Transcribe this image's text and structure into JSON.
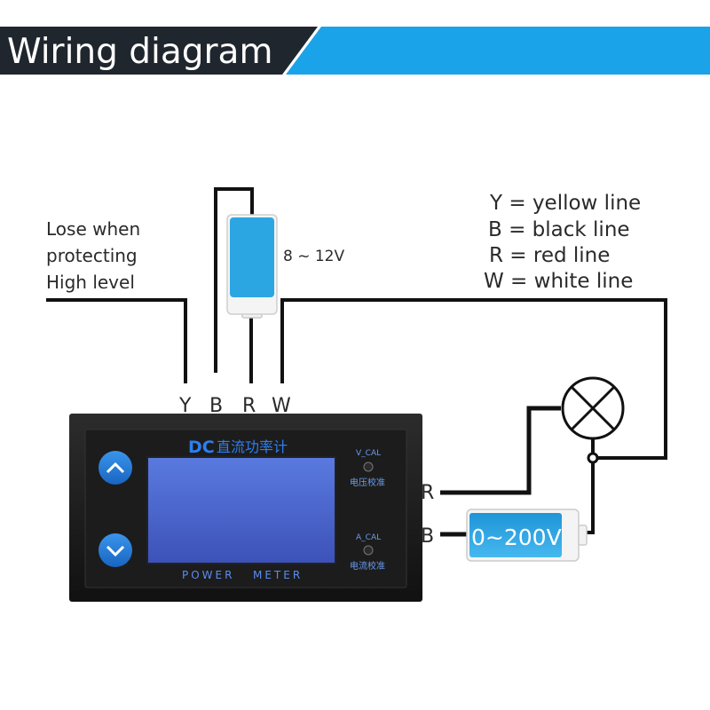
{
  "header": {
    "title": "Wiring diagram"
  },
  "note": {
    "lines": [
      "Lose when",
      "protecting",
      "High level"
    ]
  },
  "supply": {
    "label": "8 ~ 12V"
  },
  "legend": [
    "Y = yellow line",
    "B = black line",
    "R = red line",
    "W = white line"
  ],
  "terminals": {
    "top": [
      "Y",
      "B",
      "R",
      "W"
    ],
    "right": [
      "R",
      "B"
    ]
  },
  "meter": {
    "brand": "DC",
    "cn_title": "直流功率计",
    "v_cal": "V_CAL",
    "v_cal_cn": "电压校准",
    "a_cal": "A_CAL",
    "a_cal_cn": "电流校准",
    "footer_left": "POWER",
    "footer_right": "METER"
  },
  "battery": {
    "label": "0~200V"
  },
  "colors": {
    "header_blue": "#1aa3e8",
    "header_dark": "#20262d",
    "meter_blue": "#1f7fd6",
    "screen_blue": "#4b6ad1",
    "battery_blue": "#2fa8e0"
  }
}
